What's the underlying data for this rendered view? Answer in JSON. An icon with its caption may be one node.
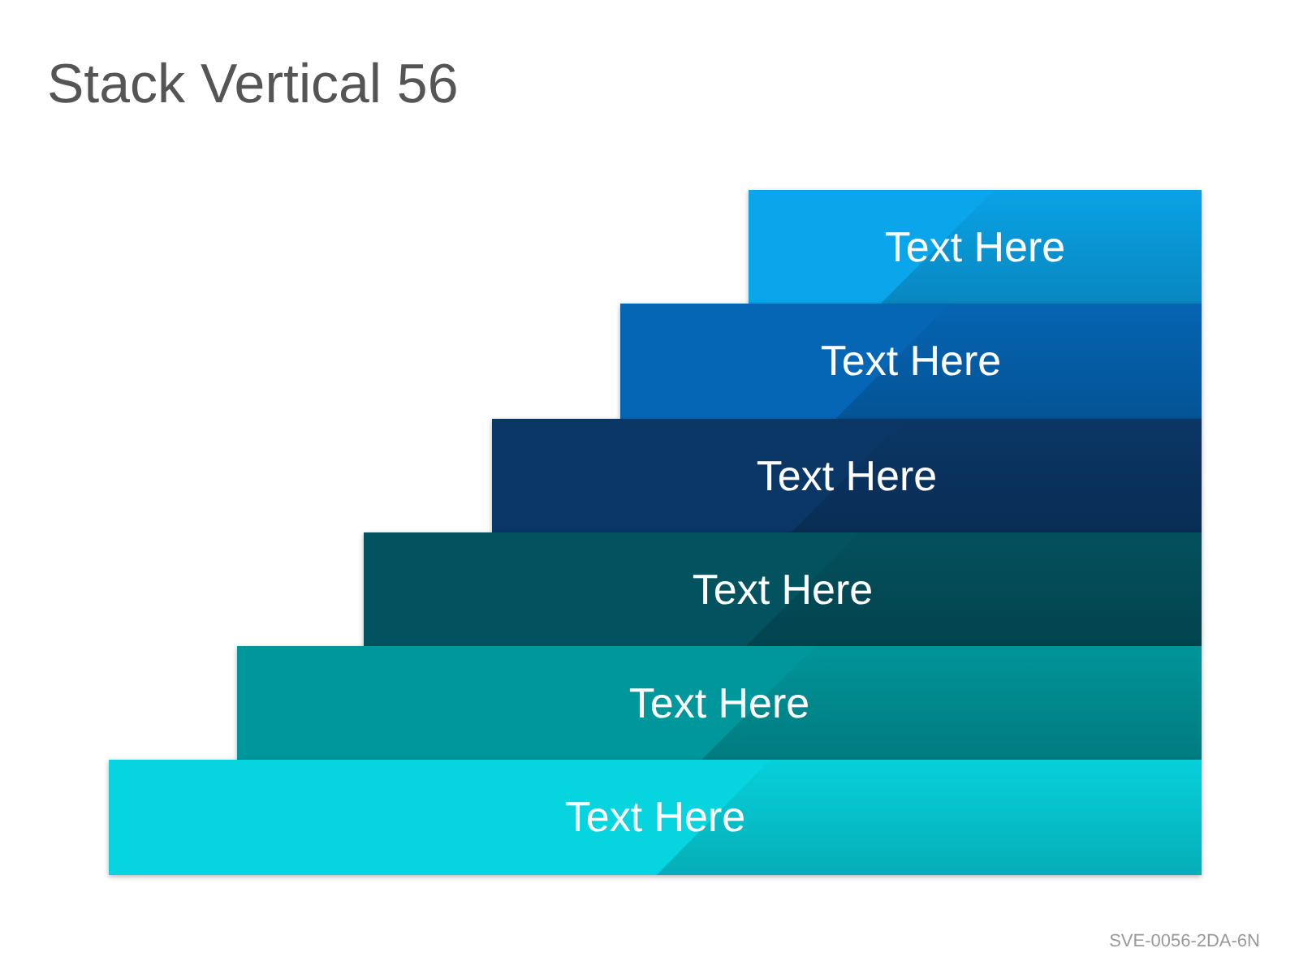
{
  "diagram": {
    "title": "Stack Vertical 56",
    "nodes": [
      {
        "text": [
          "Text Here"
        ]
      },
      {
        "text": [
          "Text Here"
        ]
      },
      {
        "text": [
          "Text Here"
        ]
      },
      {
        "text": [
          "Text Here"
        ]
      },
      {
        "text": [
          "Text Here"
        ]
      },
      {
        "text": [
          "Text Here"
        ]
      }
    ],
    "labels": [
      "SVE-0056-2DA-6N"
    ]
  }
}
